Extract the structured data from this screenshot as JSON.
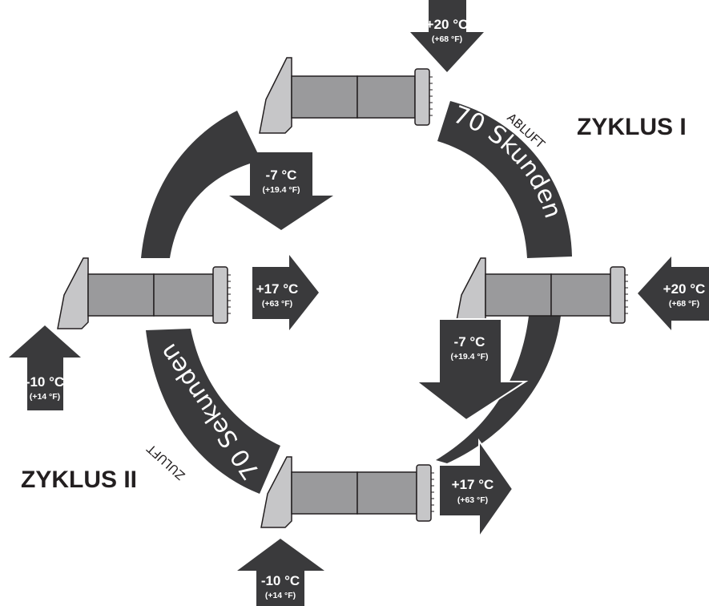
{
  "cycles": {
    "cycle_1": "ZYKLUS I",
    "cycle_2": "ZYKLUS II"
  },
  "arcs": {
    "exhaust_duration": "70 Skunden",
    "supply_duration": "70 Sekunden"
  },
  "flows": {
    "exhaust": "ABLUFT",
    "supply": "ZULUFT"
  },
  "temperatures": {
    "top_in": {
      "c": "+20 °C",
      "f": "(+68 °F)"
    },
    "top_out": {
      "c": "-7 °C",
      "f": "(+19.4 °F)"
    },
    "left_in": {
      "c": "-10 °C",
      "f": "(+14 °F)"
    },
    "left_out": {
      "c": "+17 °C",
      "f": "(+63 °F)"
    },
    "right_in": {
      "c": "+20 °C",
      "f": "(+68 °F)"
    },
    "right_out": {
      "c": "-7 °C",
      "f": "(+19.4 °F)"
    },
    "bottom_in": {
      "c": "-10 °C",
      "f": "(+14 °F)"
    },
    "bottom_out": {
      "c": "+17 °C",
      "f": "(+63 °F)"
    }
  },
  "colors": {
    "arrow": "#3a3a3c",
    "tube": "#9a9a9c",
    "cap": "#c6c6c8",
    "outline": "#231f20"
  }
}
